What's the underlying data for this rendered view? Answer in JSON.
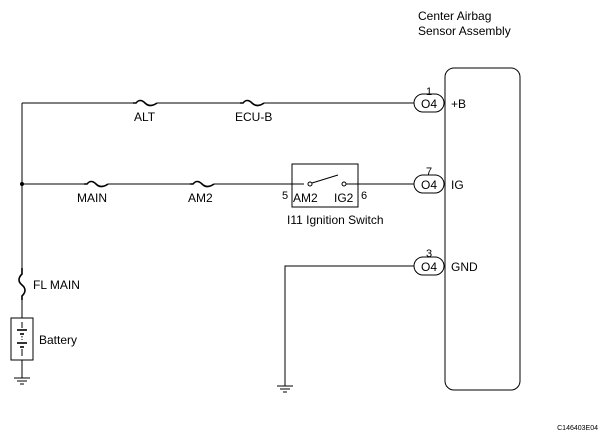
{
  "component": {
    "title_line1": "Center Airbag",
    "title_line2": "Sensor Assembly"
  },
  "connectors": [
    {
      "pin": "1",
      "connector": "O4",
      "signal": "+B"
    },
    {
      "pin": "7",
      "connector": "O4",
      "signal": "IG"
    },
    {
      "pin": "3",
      "connector": "O4",
      "signal": "GND"
    }
  ],
  "fuses": {
    "alt": "ALT",
    "ecu_b": "ECU-B",
    "main": "MAIN",
    "am2": "AM2",
    "fl_main": "FL MAIN"
  },
  "ignition_switch": {
    "label": "I11 Ignition Switch",
    "terminal_left": "AM2",
    "terminal_right": "IG2",
    "pin_left": "5",
    "pin_right": "6"
  },
  "battery": {
    "label": "Battery"
  },
  "figure_code": "C146403E04"
}
